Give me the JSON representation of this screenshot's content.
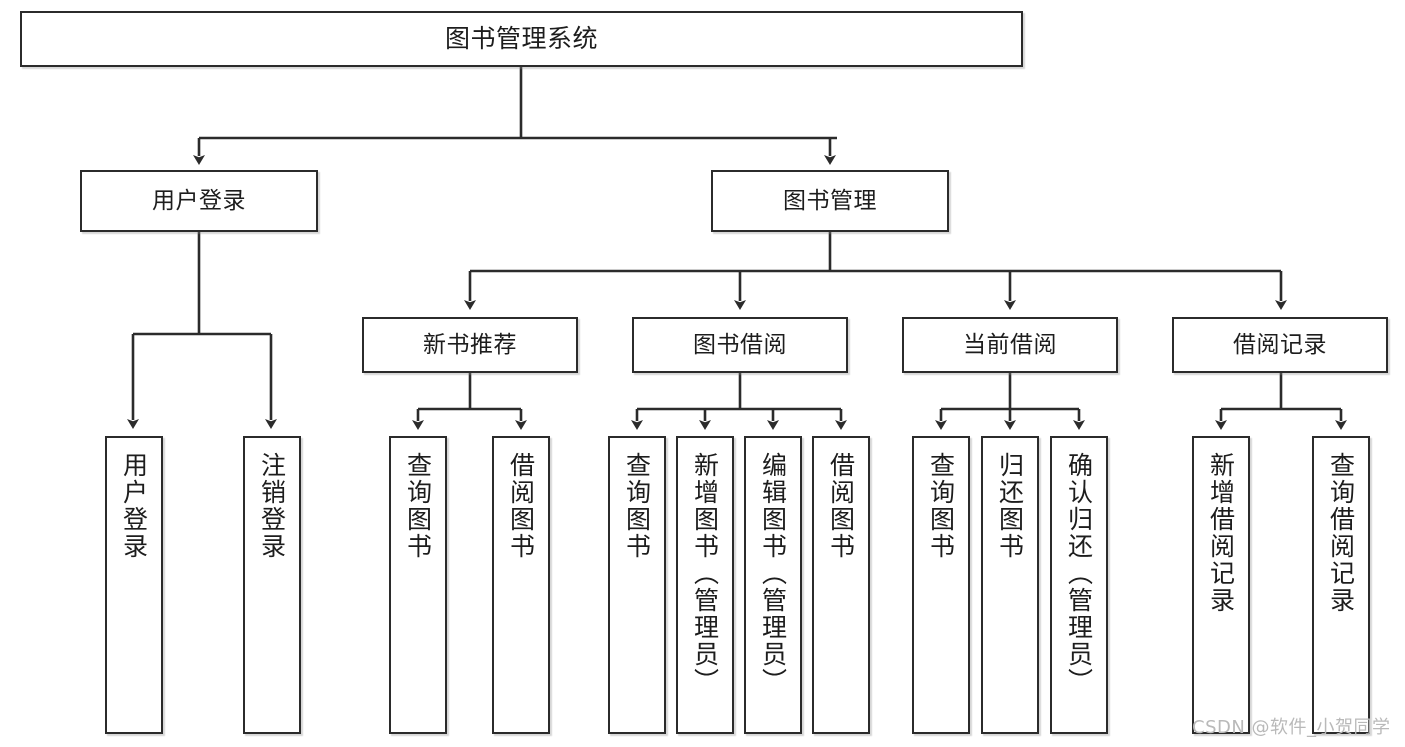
{
  "diagram": {
    "type": "hierarchy-tree",
    "title": "图书管理系统",
    "root": {
      "id": "root",
      "label": "图书管理系统"
    },
    "level2": [
      {
        "id": "user-login",
        "label": "用户登录"
      },
      {
        "id": "book-manage",
        "label": "图书管理"
      }
    ],
    "level3": [
      {
        "id": "new-book-rec",
        "label": "新书推荐",
        "parent": "book-manage"
      },
      {
        "id": "book-borrow",
        "label": "图书借阅",
        "parent": "book-manage"
      },
      {
        "id": "current-borrow",
        "label": "当前借阅",
        "parent": "book-manage"
      },
      {
        "id": "borrow-record",
        "label": "借阅记录",
        "parent": "book-manage"
      }
    ],
    "leaves": [
      {
        "id": "leaf-user-login",
        "label": "用户登录",
        "parent": "user-login"
      },
      {
        "id": "leaf-logout",
        "label": "注销登录",
        "parent": "user-login"
      },
      {
        "id": "leaf-query-book-1",
        "label": "查询图书",
        "parent": "new-book-rec"
      },
      {
        "id": "leaf-borrow-book-1",
        "label": "借阅图书",
        "parent": "new-book-rec"
      },
      {
        "id": "leaf-query-book-2",
        "label": "查询图书",
        "parent": "book-borrow"
      },
      {
        "id": "leaf-add-book",
        "label": "新增图书（管理员）",
        "parent": "book-borrow"
      },
      {
        "id": "leaf-edit-book",
        "label": "编辑图书（管理员）",
        "parent": "book-borrow"
      },
      {
        "id": "leaf-borrow-book-2",
        "label": "借阅图书",
        "parent": "book-borrow"
      },
      {
        "id": "leaf-query-book-3",
        "label": "查询图书",
        "parent": "current-borrow"
      },
      {
        "id": "leaf-return-book",
        "label": "归还图书",
        "parent": "current-borrow"
      },
      {
        "id": "leaf-confirm-return",
        "label": "确认归还（管理员）",
        "parent": "current-borrow"
      },
      {
        "id": "leaf-add-record",
        "label": "新增借阅记录",
        "parent": "borrow-record"
      },
      {
        "id": "leaf-query-record",
        "label": "查询借阅记录",
        "parent": "borrow-record"
      }
    ],
    "colors": {
      "stroke": "#2b2b2b",
      "fill": "#ffffff",
      "text": "#1d1d1d",
      "watermark": "#b9b9b9"
    }
  },
  "watermark": {
    "text": "CSDN @软件_小贺同学"
  }
}
